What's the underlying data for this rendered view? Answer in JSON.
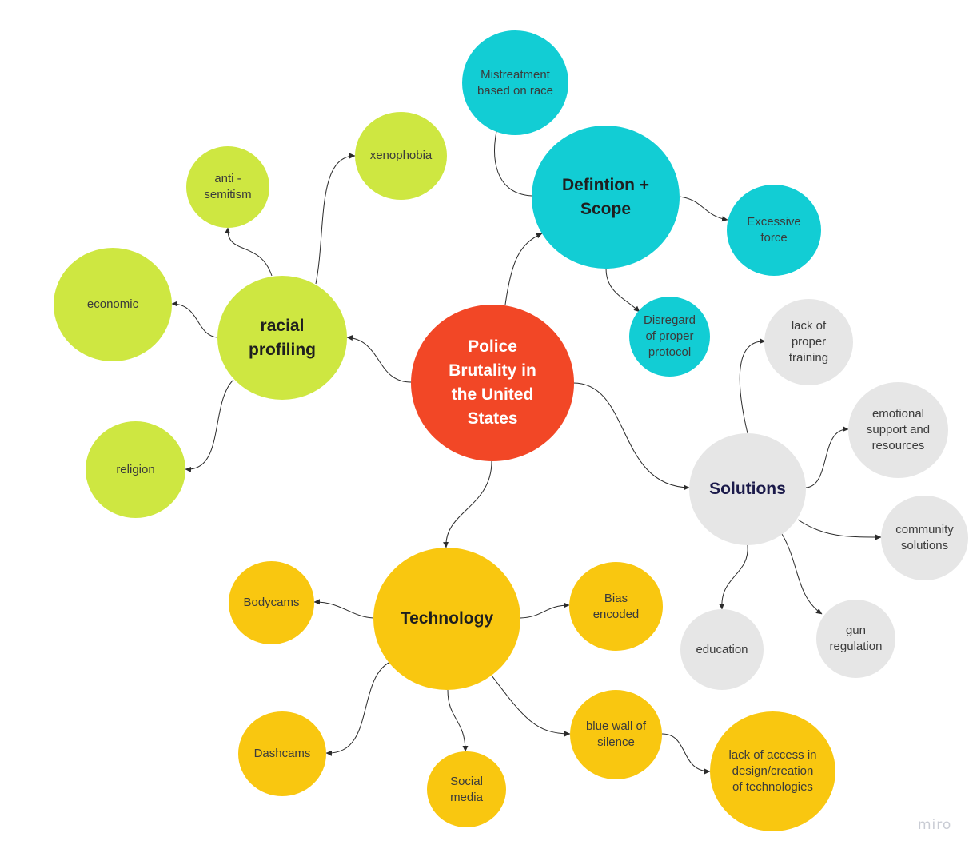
{
  "mindmap": {
    "center": {
      "text": "Police Brutality in the United States",
      "color": "#f24726"
    },
    "branches": [
      {
        "key": "racial",
        "label": "racial profiling",
        "color": "#cee741",
        "children": [
          "anti - semitism",
          "xenophobia",
          "economic",
          "religion"
        ]
      },
      {
        "key": "definition",
        "label": "Defintion + Scope",
        "color": "#12cdd4",
        "children": [
          "Mistreatment based on race",
          "Excessive force",
          "Disregard of proper protocol"
        ]
      },
      {
        "key": "solutions",
        "label": "Solutions",
        "color": "#e6e6e6",
        "children": [
          "lack of proper training",
          "emotional support and resources",
          "community solutions",
          "gun regulation",
          "education"
        ]
      },
      {
        "key": "technology",
        "label": "Technology",
        "color": "#f9c710",
        "children": [
          "Bodycams",
          "Bias encoded",
          "Dashcams",
          "Social media",
          "blue wall of silence"
        ],
        "grandchildren": [
          "lack of access in design/creation of technologies"
        ]
      }
    ]
  },
  "watermark": "miro"
}
